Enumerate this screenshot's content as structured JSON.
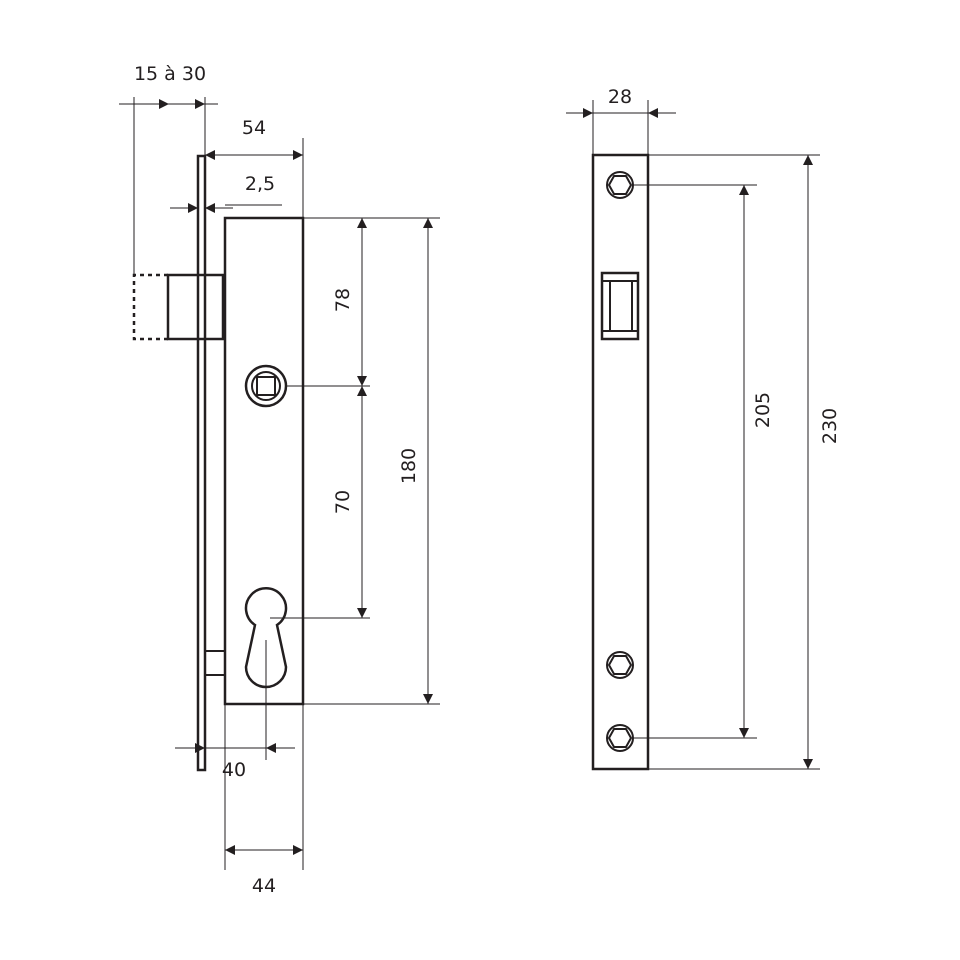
{
  "labels": {
    "latch_throw": "15 à 30",
    "case_depth": "54",
    "faceplate_thickness": "2,5",
    "upper_spacing": "78",
    "lower_spacing": "70",
    "case_height": "180",
    "backset": "40",
    "case_width": "44",
    "strike_width": "28",
    "strike_hole_spacing": "205",
    "strike_height": "230"
  }
}
